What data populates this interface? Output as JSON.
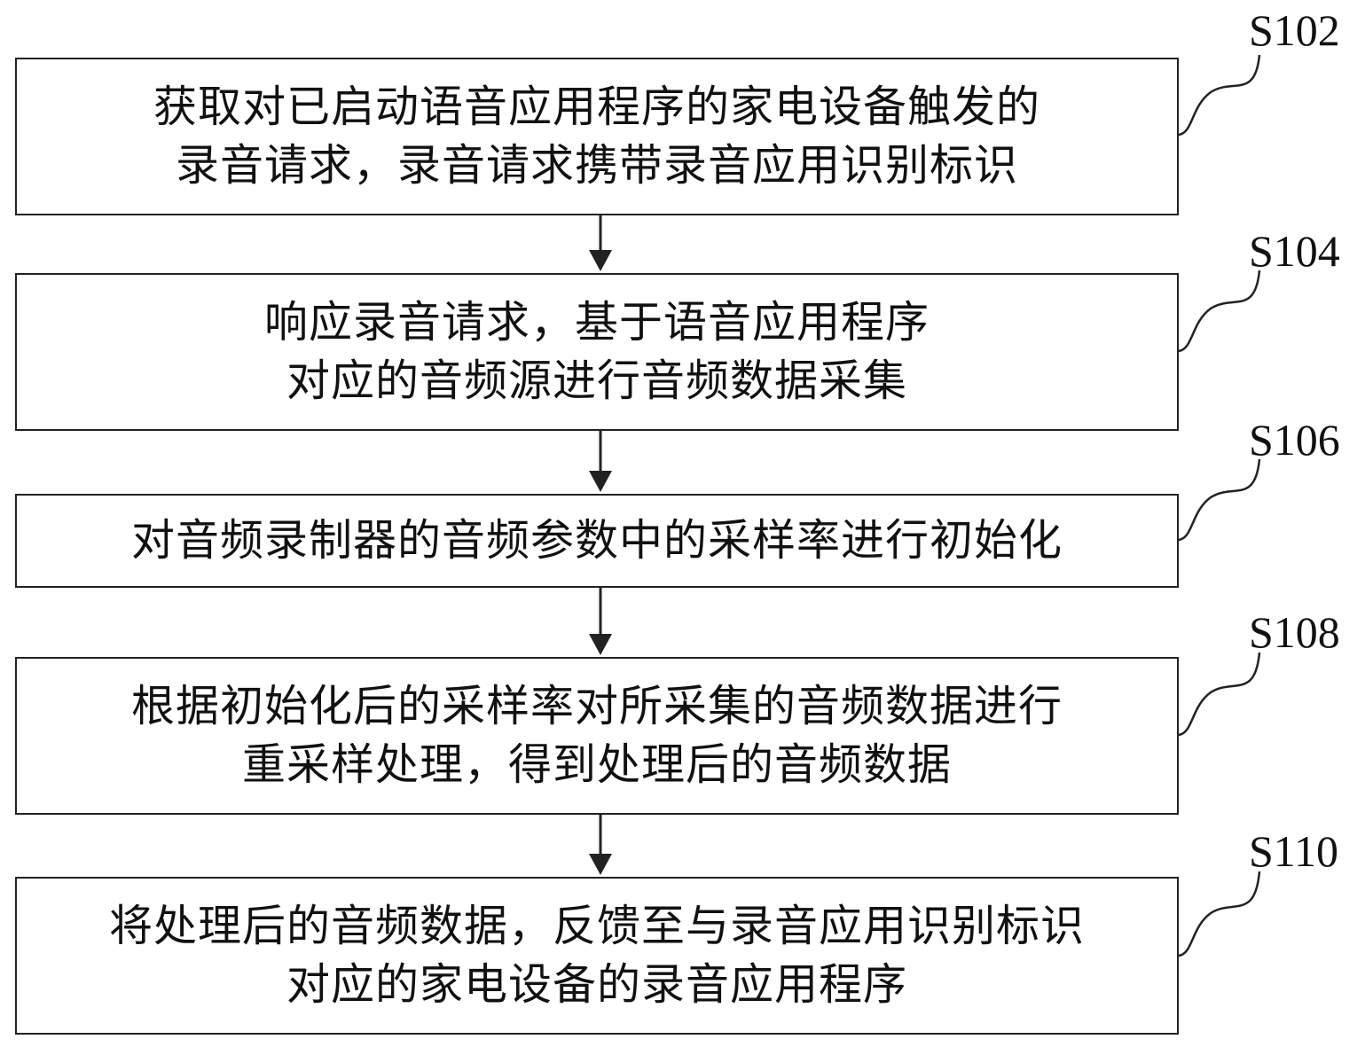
{
  "steps": [
    {
      "label": "S102",
      "lines": [
        "获取对已启动语音应用程序的家电设备触发的",
        "录音请求，录音请求携带录音应用识别标识"
      ]
    },
    {
      "label": "S104",
      "lines": [
        "响应录音请求，基于语音应用程序",
        "对应的音频源进行音频数据采集"
      ]
    },
    {
      "label": "S106",
      "lines": [
        "对音频录制器的音频参数中的采样率进行初始化"
      ]
    },
    {
      "label": "S108",
      "lines": [
        "根据初始化后的采样率对所采集的音频数据进行",
        "重采样处理，得到处理后的音频数据"
      ]
    },
    {
      "label": "S110",
      "lines": [
        "将处理后的音频数据，反馈至与录音应用识别标识",
        "对应的家电设备的录音应用程序"
      ]
    }
  ],
  "colors": {
    "line": "#222222",
    "text": "#111111",
    "background": "#ffffff"
  }
}
